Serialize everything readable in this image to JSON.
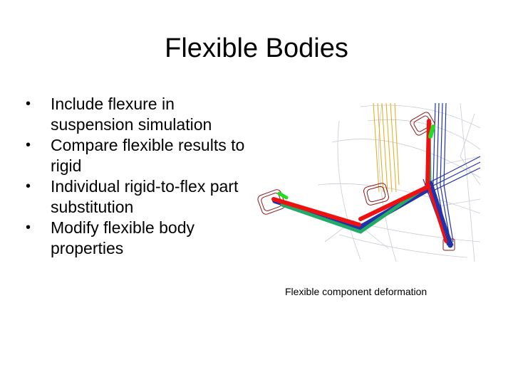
{
  "slide": {
    "title": "Flexible Bodies",
    "bullets": [
      {
        "marker": "•",
        "text": "Include flexure in suspension simulation"
      },
      {
        "marker": "•",
        "text": "Compare flexible results to rigid"
      },
      {
        "marker": "•",
        "text": "Individual rigid-to-flex part substitution"
      },
      {
        "marker": "•",
        "text": "Modify flexible body properties"
      }
    ],
    "figure_caption": "Flexible component deformation"
  },
  "figure_colors": {
    "wireframe": "#c8ccd4",
    "link_red": "#ee1111",
    "link_blue": "#2233aa",
    "link_green": "#22aa66",
    "bushing": "#8b1a1a",
    "spring": "#e6a817",
    "highlight": "#22dd22"
  }
}
